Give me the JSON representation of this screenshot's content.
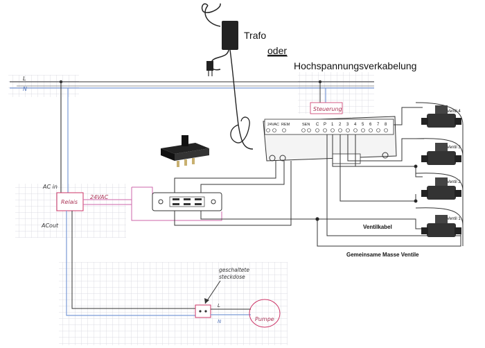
{
  "labels": {
    "trafo": "Trafo",
    "oder": "oder",
    "hochspannung": "Hochspannungsverkabelung",
    "l_top": "L",
    "n_top": "N",
    "ac_in": "AC in",
    "relais": "Relais",
    "v24": "24VAC",
    "ac_out": "ACout",
    "steuerung": "Steuerung",
    "ventilkabel": "Ventilkabel",
    "masse": "Gemeinsame Masse Ventile",
    "steckdose_1": "geschaltete",
    "steckdose_2": "steckdose",
    "l_bottom": "L",
    "n_bottom": "N",
    "pumpe": "Pumpe"
  },
  "controller": {
    "terminals_ac": "24VAC",
    "terminal_rem": "REM",
    "terminal_sen": "SEN",
    "terminals": [
      "C",
      "P",
      "1",
      "2",
      "3",
      "4",
      "5",
      "6",
      "7",
      "8"
    ]
  },
  "valves": [
    "Ventil 4",
    "Ventil 3",
    "Ventil 2",
    "Ventil 1"
  ],
  "colors": {
    "wire_black": "#333333",
    "wire_blue": "#7a9ad6",
    "wire_pink": "#cc66aa",
    "grid": "#d4d4dc",
    "relais": "#cc3366",
    "handwriting": "#aa3355"
  }
}
